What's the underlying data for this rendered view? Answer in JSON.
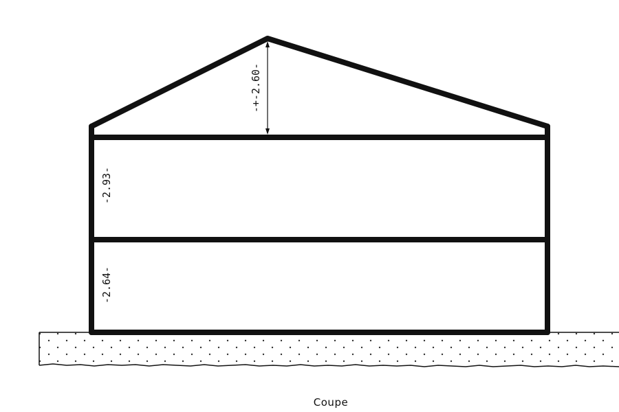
{
  "drawing": {
    "caption": "Coupe",
    "dimensions": {
      "roof_height": "-+-2.60-",
      "upper_floor_height": "-2.93-",
      "ground_floor_height": "-2.64-"
    }
  },
  "colors": {
    "line": "#111111",
    "background": "#ffffff",
    "ground_dots": "#333333"
  }
}
